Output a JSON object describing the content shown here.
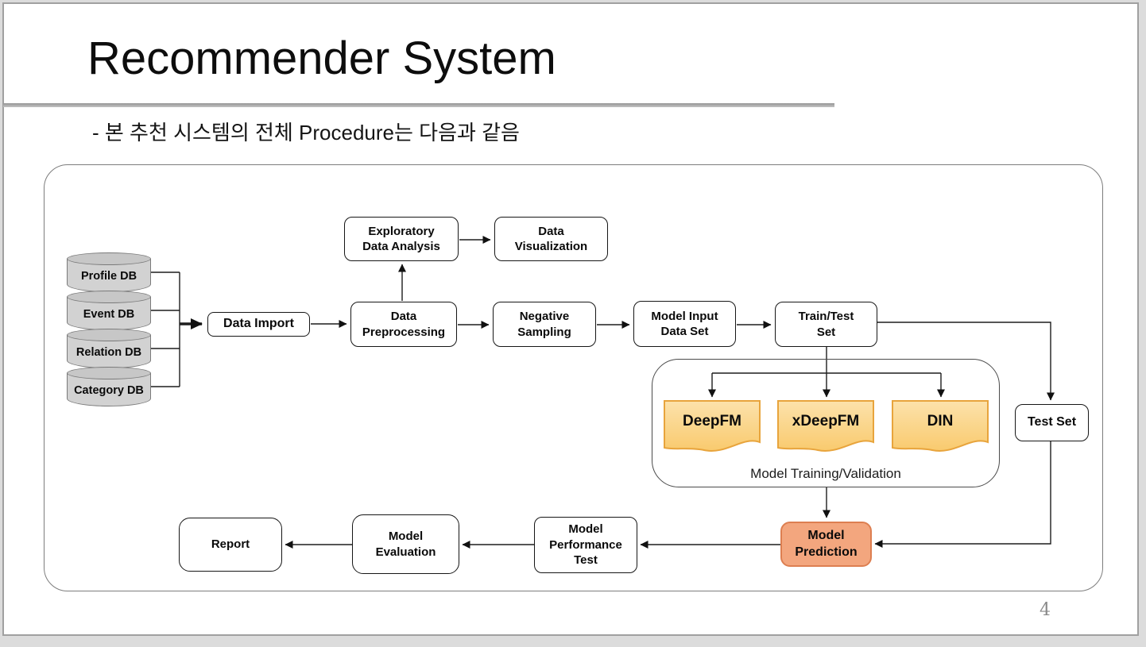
{
  "slide": {
    "title": "Recommender System",
    "subtitle": "- 본 추천 시스템의 전체 Procedure는 다음과 같음",
    "page_number": "4"
  },
  "colors": {
    "accent_rule": "#a6a6a6",
    "document_fill_top": "#fce2ab",
    "document_fill_bottom": "#f9ca6e",
    "document_border": "#e8a43c",
    "prediction_fill": "#f3a67e",
    "prediction_border": "#dd7f51",
    "cylinder_fill": "#d2d2d2"
  },
  "diagram": {
    "databases": [
      {
        "label": "Profile DB"
      },
      {
        "label": "Event DB"
      },
      {
        "label": "Relation DB"
      },
      {
        "label": "Category DB"
      }
    ],
    "nodes": {
      "data_import": "Data Import",
      "eda": "Exploratory\nData Analysis",
      "data_visualization": "Data\nVisualization",
      "data_preprocessing": "Data\nPreprocessing",
      "negative_sampling": "Negative\nSampling",
      "model_input": "Model Input\nData Set",
      "train_test": "Train/Test\nSet",
      "test_set": "Test Set",
      "model_prediction": "Model\nPrediction",
      "model_performance": "Model\nPerformance\nTest",
      "model_evaluation": "Model\nEvaluation",
      "report": "Report"
    },
    "training_group": {
      "label": "Model Training/Validation",
      "models": [
        {
          "name": "DeepFM"
        },
        {
          "name": "xDeepFM"
        },
        {
          "name": "DIN"
        }
      ]
    }
  }
}
